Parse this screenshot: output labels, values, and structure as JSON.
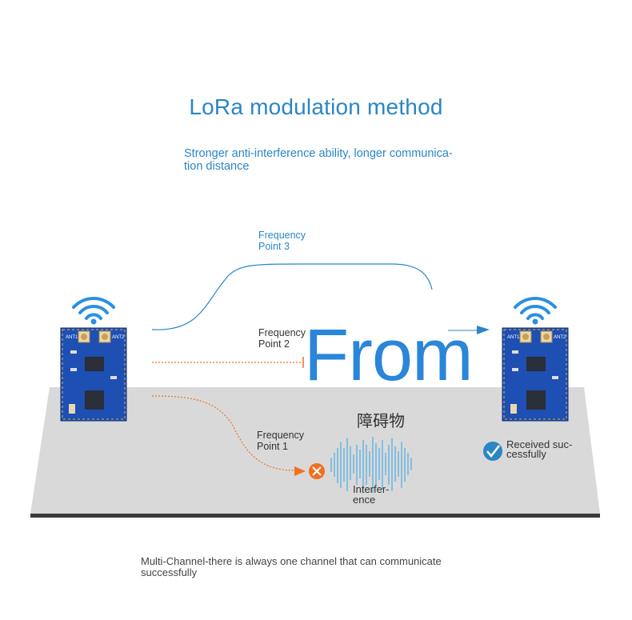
{
  "title": "LoRa modulation method",
  "subtitle": "Stronger anti-interference ability, longer communica- tion distance",
  "paths": {
    "point3": "Frequency Point 3",
    "point2": "Frequency Point 2",
    "point1": "Frequency Point 1"
  },
  "obstacle_label": "障碍物",
  "overlay_text": "From",
  "interference_label": "Interfer- ence",
  "received_label": "Received suc- cessfully",
  "bottom_caption": "Multi-Channel-there is always one channel that can communicate successfully",
  "module_labels": {
    "ant1": "ANT1",
    "ant2": "ANT2"
  },
  "colors": {
    "accent_blue": "#2b86c5",
    "orange": "#f07020",
    "floor": "#d9d9d9",
    "pcb": "#1e4fb3"
  },
  "icons": [
    "wifi-icon",
    "check-icon",
    "close-icon",
    "arrow-icon"
  ]
}
